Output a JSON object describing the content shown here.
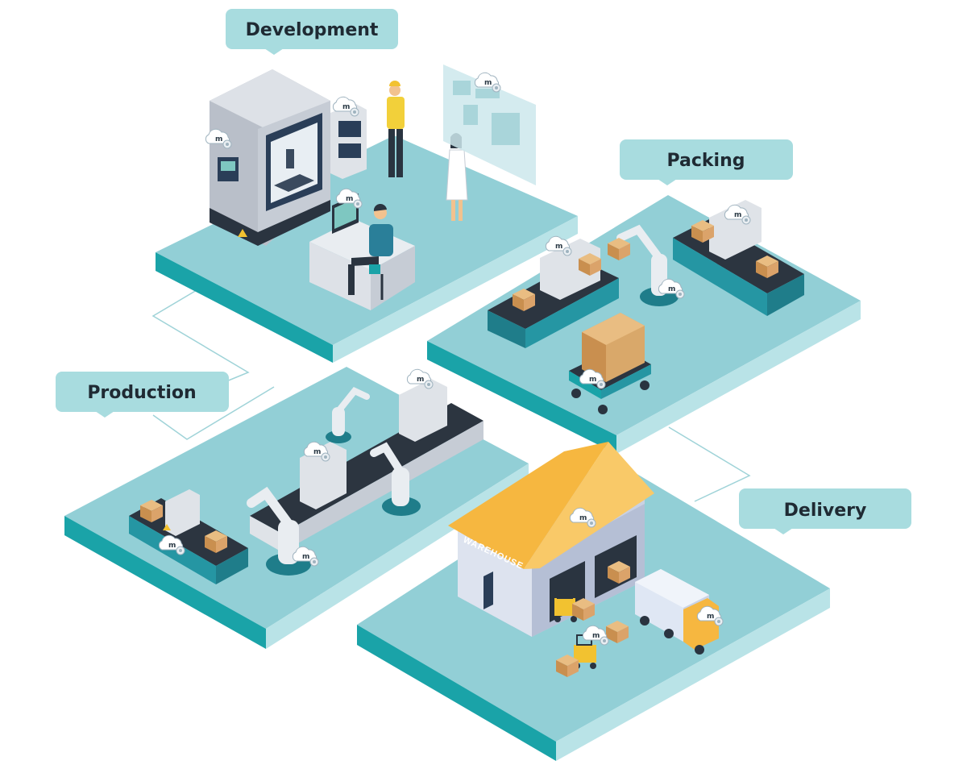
{
  "labels": {
    "development": "Development",
    "packing": "Packing",
    "production": "Production",
    "delivery": "Delivery"
  },
  "warehouse_sign": "WAREHOUSE",
  "cloud_badge_letter": "m",
  "colors": {
    "platform_top": "#92cfd6",
    "platform_left": "#1aa3a8",
    "platform_right": "#b9e3e7",
    "label_bg": "#a8dcdf",
    "label_text": "#1f2a33",
    "roof": "#f6b740",
    "wall": "#c9d1e3",
    "conveyor": "#2c3540",
    "box": "#d9a86a",
    "truck_cab": "#f6b740",
    "truck_trailer": "#dfe7f4"
  },
  "icons": [
    "cloud-m-icon",
    "gear-icon",
    "warning-icon"
  ]
}
